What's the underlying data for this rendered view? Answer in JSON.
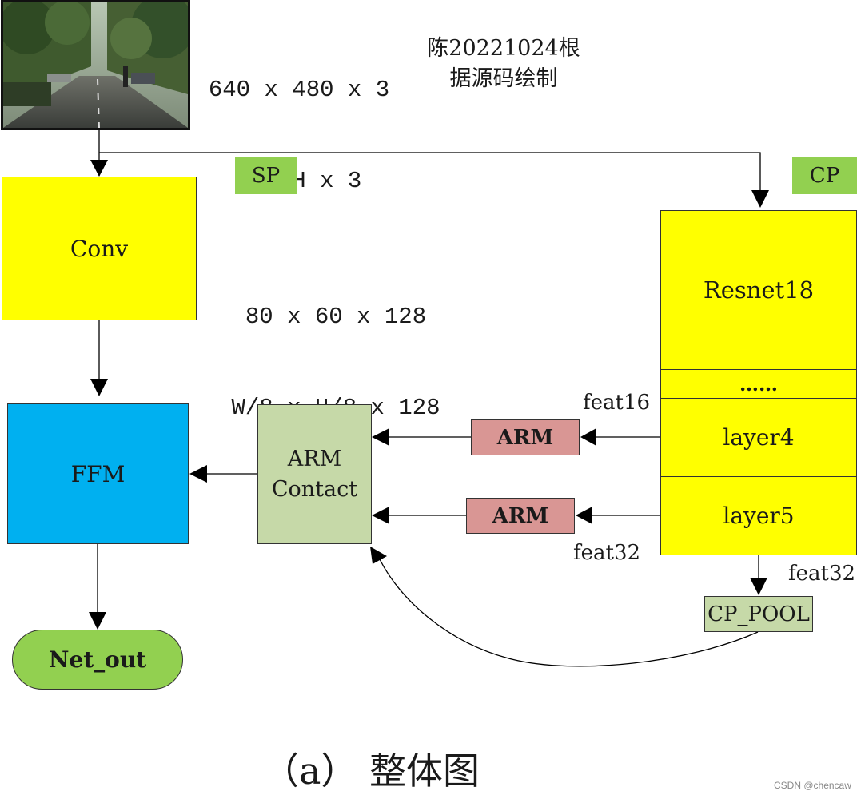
{
  "colors": {
    "yellow": "#ffff00",
    "blue": "#00b0f0",
    "green": "#92d050",
    "sage": "#c6d9a8",
    "pink": "#d99694",
    "line": "#000000"
  },
  "input_image": {
    "icon": "street-scene-photo"
  },
  "input_dims": {
    "line1": "640 x 480 x 3",
    "line2": "W x H x 3"
  },
  "credit": {
    "line1": "陈20221024根",
    "line2": "据源码绘制"
  },
  "sp_tag": "SP",
  "cp_tag": "CP",
  "conv": {
    "label": "Conv"
  },
  "conv_dims": {
    "line1": "80 x 60 x 128",
    "line2": "W/8 x H/8 x 128"
  },
  "backbone": {
    "resnet": "Resnet18",
    "dots": "……",
    "layer4": "layer4",
    "layer5": "layer5"
  },
  "feat_labels": {
    "feat16": "feat16",
    "feat32_left": "feat32",
    "feat32_right": "feat32"
  },
  "arm_top": "ARM",
  "arm_bottom": "ARM",
  "arm_contact": {
    "line1": "ARM",
    "line2": "Contact"
  },
  "ffm": "FFM",
  "cp_pool": "CP_POOL",
  "net_out": "Net_out",
  "caption": "（a） 整体图",
  "watermark": "CSDN @chencaw"
}
